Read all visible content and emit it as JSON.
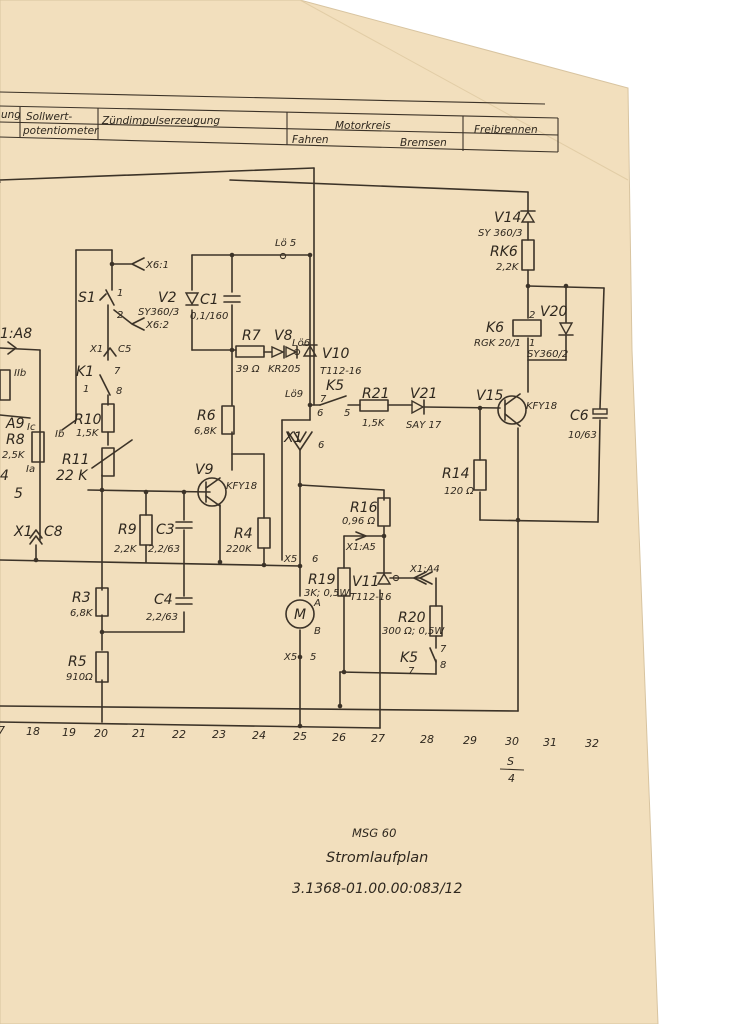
{
  "header": {
    "cells": [
      "ung",
      "Sollwert-",
      "potentiometer",
      "Zündimpulserzeugung",
      "Motorkreis",
      "Fahren",
      "Bremsen",
      "Freibrennen"
    ]
  },
  "components": {
    "R1A8": "1:A8",
    "IIb": "IIb",
    "A9": "A9",
    "R8": "R8",
    "R8_val": "2,5K",
    "Ic": "Ic",
    "Ia": "Ia",
    "Ib": "Ib",
    "n4": "4",
    "n5": "5",
    "X1C8": "X1",
    "C8": "C8",
    "S1": "S1",
    "S1_1": "1",
    "S1_2": "2",
    "X61": "X6:1",
    "X62": "X6:2",
    "X1C5": "X1",
    "C5": "C5",
    "K1": "K1",
    "K1_7": "7",
    "K1_1": "1",
    "K1_8": "8",
    "R10": "R10",
    "R10_val": "1,5K",
    "R11": "R11",
    "R11_val": "22 K",
    "R9": "R9",
    "R9_val": "2,2K",
    "C3": "C3",
    "C3_val": "2,2/63",
    "R3": "R3",
    "R3_val": "6,8K",
    "C4": "C4",
    "C4_val": "2,2/63",
    "R5": "R5",
    "R5_val": "910Ω",
    "V2": "V2",
    "V2_val": "SY360/3",
    "C1": "C1",
    "C1_val": "0,1/160",
    "Lo5": "Lö 5",
    "R7": "R7",
    "R7_val": "39 Ω",
    "V8": "V8",
    "V8_val": "KR205",
    "Lo6": "Lö6",
    "V10": "V10",
    "V10_val": "T112-16",
    "R6": "R6",
    "R6_val": "6,8K",
    "V9": "V9",
    "V9_val": "KFY18",
    "R4": "R4",
    "R4_val": "220K",
    "Lo9": "Lö9",
    "K5a": "K5",
    "K5a_7": "7",
    "K5a_6": "6",
    "K5a_5": "5",
    "R21": "R21",
    "R21_val": "1,5K",
    "V21": "V21",
    "V21_val": "SAY 17",
    "X16": "X1",
    "X16_n": "6",
    "X56": "X5",
    "X56_n": "6",
    "R16": "R16",
    "R16_val": "0,96 Ω",
    "X1A5": "X1:A5",
    "R19": "R19",
    "R19_val": "3K; 0,5W",
    "V11": "V11",
    "V11_val": "T112-16",
    "X1A4": "X1:A4",
    "M": "M",
    "MA": "A",
    "MB": "B",
    "X55": "X5",
    "X55_n": "5",
    "R20": "R20",
    "R20_val": "300 Ω; 0,5W",
    "K5b": "K5",
    "K5b_7": "7",
    "K5b_8": "8",
    "K5b_7b": "7",
    "V14": "V14",
    "V14_val": "SY 360/3",
    "RK6": "RK6",
    "RK6_val": "2,2K",
    "V20": "V20",
    "K6": "K6",
    "K6_val": "RGK 20/1",
    "K6_2": "2",
    "K6_1": "1",
    "V20_val": "SY360/2",
    "V15": "V15",
    "V15_val": "KFY18",
    "C6": "C6",
    "C6_val": "10/63",
    "R14": "R14",
    "R14_val": "120 Ω"
  },
  "columns": [
    "7",
    "18",
    "19",
    "20",
    "21",
    "22",
    "23",
    "24",
    "25",
    "26",
    "27",
    "28",
    "29",
    "30",
    "31",
    "32"
  ],
  "sheet_marker": {
    "top": "S",
    "bottom": "4"
  },
  "footer": {
    "model": "MSG 60",
    "title": "Stromlaufplan",
    "number": "3.1368-01.00.00:083/12"
  }
}
